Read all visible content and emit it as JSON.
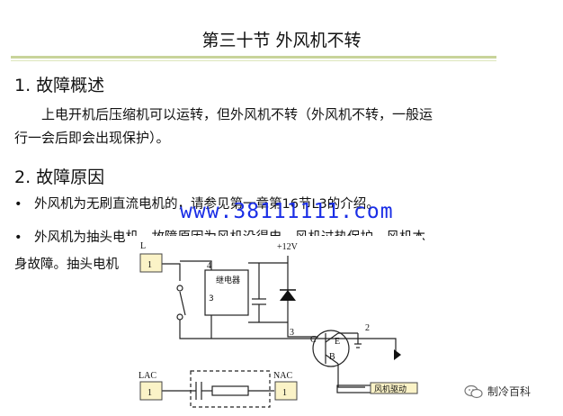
{
  "slide": {
    "title": "第三十节  外风机不转",
    "section1": "1.  故障概述",
    "para_line1": "上电开机后压缩机可以运转，但外风机不转（外风机不转，一般运",
    "para_line2": "行一会后即会出现保护）。",
    "section2": "2.  故障原因",
    "bullet1": "外风机为无刷直流电机的，请参见第一章第16节L3的介绍。",
    "bullet2_line1": "外风机为抽头电机，故障原因为风机没得电、风机过热保护、风机本",
    "bullet2_line2": "身故障。抽头电机"
  },
  "watermark": "www.38111111.com",
  "diagram": {
    "label_L": "L",
    "label_LAC": "LAC",
    "label_NAC": "NAC",
    "terminal_1": "1",
    "supply": "+12V",
    "relay": "继电器",
    "relay_label": "3",
    "fan_drive": "风机驱动",
    "pin_4": "4",
    "pin_3": "3",
    "pin_2": "2",
    "pin_B": "B",
    "pin_C": "C",
    "pin_E": "E"
  },
  "footer": {
    "account": "制冷百科"
  },
  "colors": {
    "rule": "#c8d49a",
    "watermark": "#1a2ee6",
    "terminal_fill": "#fbf3c7"
  }
}
